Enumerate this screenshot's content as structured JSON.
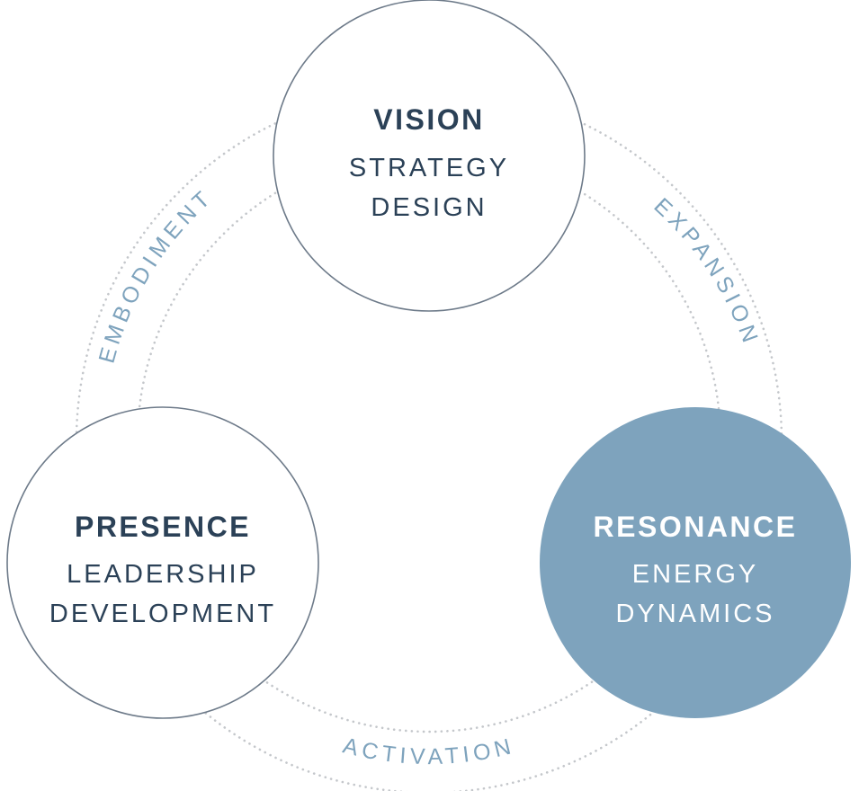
{
  "colors": {
    "dark_text": "#2b4157",
    "accent": "#7ea3bd",
    "ring_dots": "#c4c7cb",
    "circle_stroke": "#6d7a89",
    "filled_text": "#ffffff",
    "background": "#ffffff"
  },
  "nodes": {
    "vision": {
      "title": "VISION",
      "line1": "STRATEGY",
      "line2": "DESIGN"
    },
    "presence": {
      "title": "PRESENCE",
      "line1": "LEADERSHIP",
      "line2": "DEVELOPMENT"
    },
    "resonance": {
      "title": "RESONANCE",
      "line1": "ENERGY",
      "line2": "DYNAMICS"
    }
  },
  "connections": {
    "embodiment": "EMBODIMENT",
    "expansion": "EXPANSION",
    "activation": "ACTIVATION"
  }
}
